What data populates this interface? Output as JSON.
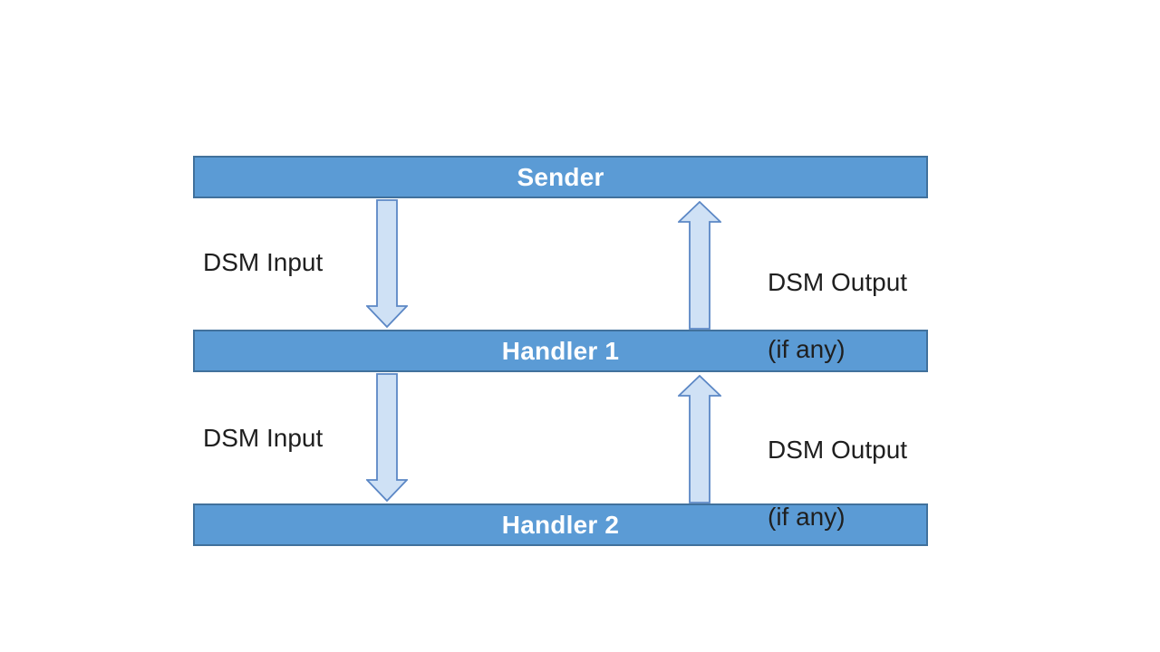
{
  "diagram": {
    "nodes": {
      "sender": "Sender",
      "handler1": "Handler 1",
      "handler2": "Handler 2"
    },
    "labels": {
      "input_top": "DSM Input",
      "output_top_line1": "DSM Output",
      "output_top_line2": "(if any)",
      "input_bottom": "DSM Input",
      "output_bottom_line1": "DSM Output",
      "output_bottom_line2": "(if any)"
    },
    "edges": [
      {
        "from": "Sender",
        "to": "Handler 1",
        "direction": "down",
        "label": "DSM Input"
      },
      {
        "from": "Handler 1",
        "to": "Sender",
        "direction": "up",
        "label": "DSM Output (if any)"
      },
      {
        "from": "Handler 1",
        "to": "Handler 2",
        "direction": "down",
        "label": "DSM Input"
      },
      {
        "from": "Handler 2",
        "to": "Handler 1",
        "direction": "up",
        "label": "DSM Output (if any)"
      }
    ]
  },
  "colors": {
    "bar_fill": "#5b9bd5",
    "bar_border": "#41719c",
    "bar_text": "#ffffff",
    "arrow_fill": "#cfe1f5",
    "arrow_stroke": "#5b87c5",
    "label_text": "#1f1f1f",
    "background": "#ffffff"
  }
}
